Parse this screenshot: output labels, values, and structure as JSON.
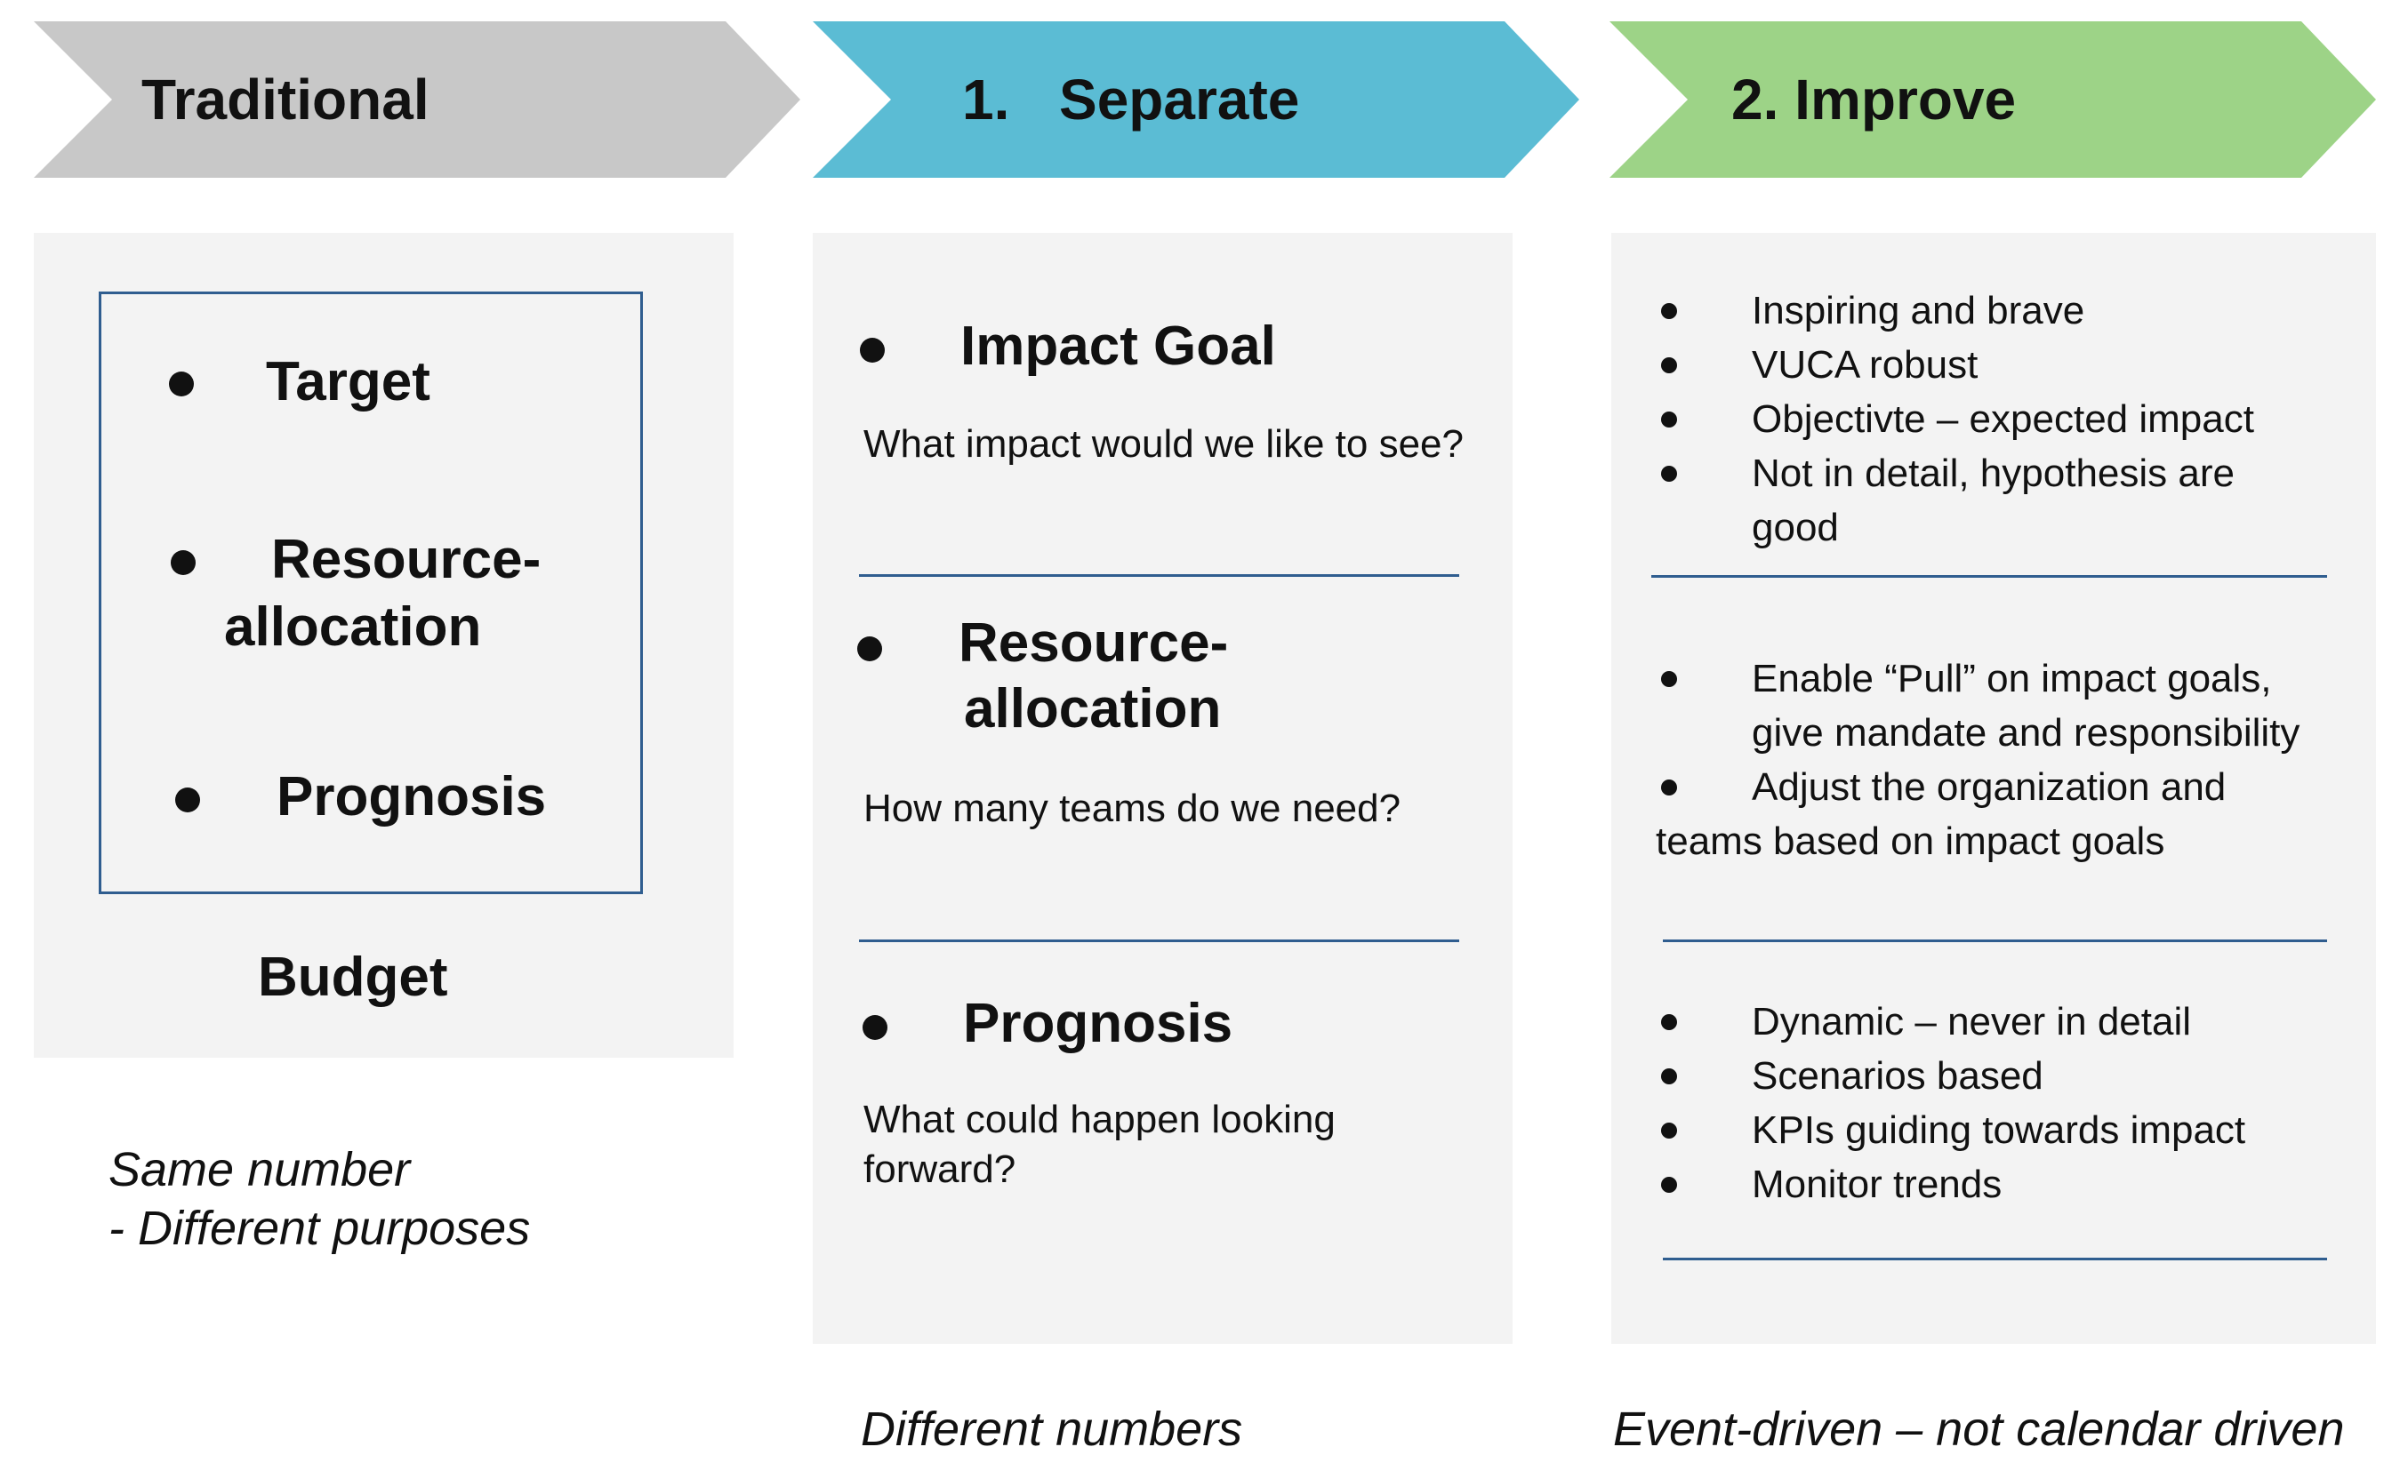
{
  "header": {
    "stage1": "Traditional",
    "stage2_num": "1.",
    "stage2_name": "Separate",
    "stage3": "2. Improve",
    "colors": {
      "traditional": "#c8c8c8",
      "separate": "#5bbcd4",
      "improve": "#9dd387",
      "rule": "#2f5d8f",
      "panel": "#f3f3f3"
    }
  },
  "traditional": {
    "items": [
      "Target",
      "Resource-",
      "allocation",
      "Prognosis"
    ],
    "label": "Budget",
    "caption_line1": "Same number",
    "caption_line2": "-  Different purposes"
  },
  "separate": {
    "sections": [
      {
        "heading": "Impact Goal",
        "question": "What impact would we like to see?"
      },
      {
        "heading_line1": "Resource-",
        "heading_line2": "allocation",
        "question": "How many teams do we need?"
      },
      {
        "heading": "Prognosis",
        "question_line1": "What could happen looking",
        "question_line2": "forward?"
      }
    ],
    "caption": "Different numbers"
  },
  "improve": {
    "group1": [
      "Inspiring and brave",
      "VUCA robust",
      "Objectivte – expected impact",
      "Not in detail, hypothesis are",
      "good"
    ],
    "group2": [
      "Enable “Pull” on impact goals,",
      "give mandate and responsibility",
      "Adjust the organization and",
      "teams based on impact goals"
    ],
    "group3": [
      "Dynamic – never in detail",
      "Scenarios based",
      "KPIs guiding towards impact",
      "Monitor trends"
    ],
    "caption": "Event-driven – not calendar driven"
  }
}
